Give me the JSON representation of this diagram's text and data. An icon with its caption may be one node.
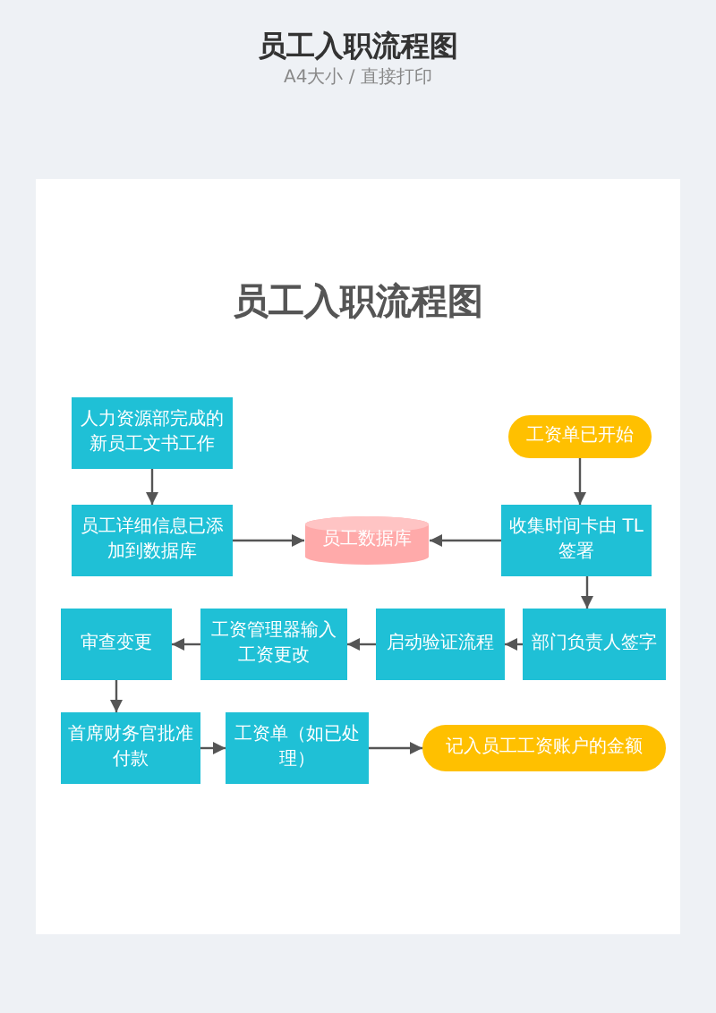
{
  "diagram": {
    "title": "员工入职流程图",
    "nodes": [
      {
        "text": [
          "人力资源部完成的新员工文书工作"
        ]
      },
      {
        "text": [
          "员工详细信息已添加到数据库"
        ]
      },
      {
        "text": [
          "员工数据库"
        ]
      },
      {
        "text": [
          "工资单已开始"
        ]
      },
      {
        "text": [
          "收集时间卡由 TL 签署"
        ]
      },
      {
        "text": [
          "部门负责人签字"
        ]
      },
      {
        "text": [
          "启动验证流程"
        ]
      },
      {
        "text": [
          "工资管理器输入工资更改"
        ]
      },
      {
        "text": [
          "审查变更"
        ]
      },
      {
        "text": [
          "首席财务官批准付款"
        ]
      },
      {
        "text": [
          "工资单（如已处理）"
        ]
      },
      {
        "text": [
          "记入员工工资账户的金额"
        ]
      }
    ],
    "edges": [
      {
        "from": 0,
        "to": 1,
        "arrow": "to"
      },
      {
        "from": 1,
        "to": 2,
        "arrow": "to"
      },
      {
        "from": 4,
        "to": 2,
        "arrow": "to"
      },
      {
        "from": 3,
        "to": 4,
        "arrow": "to"
      },
      {
        "from": 4,
        "to": 5,
        "arrow": "to"
      },
      {
        "from": 5,
        "to": 6,
        "arrow": "to"
      },
      {
        "from": 6,
        "to": 7,
        "arrow": "to"
      },
      {
        "from": 7,
        "to": 8,
        "arrow": "to"
      },
      {
        "from": 8,
        "to": 9,
        "arrow": "to"
      },
      {
        "from": 9,
        "to": 10,
        "arrow": "to"
      },
      {
        "from": 10,
        "to": 11,
        "arrow": "to"
      }
    ],
    "labels": [
      "A4大小 / 直接打印",
      "员工入职流程图"
    ]
  }
}
